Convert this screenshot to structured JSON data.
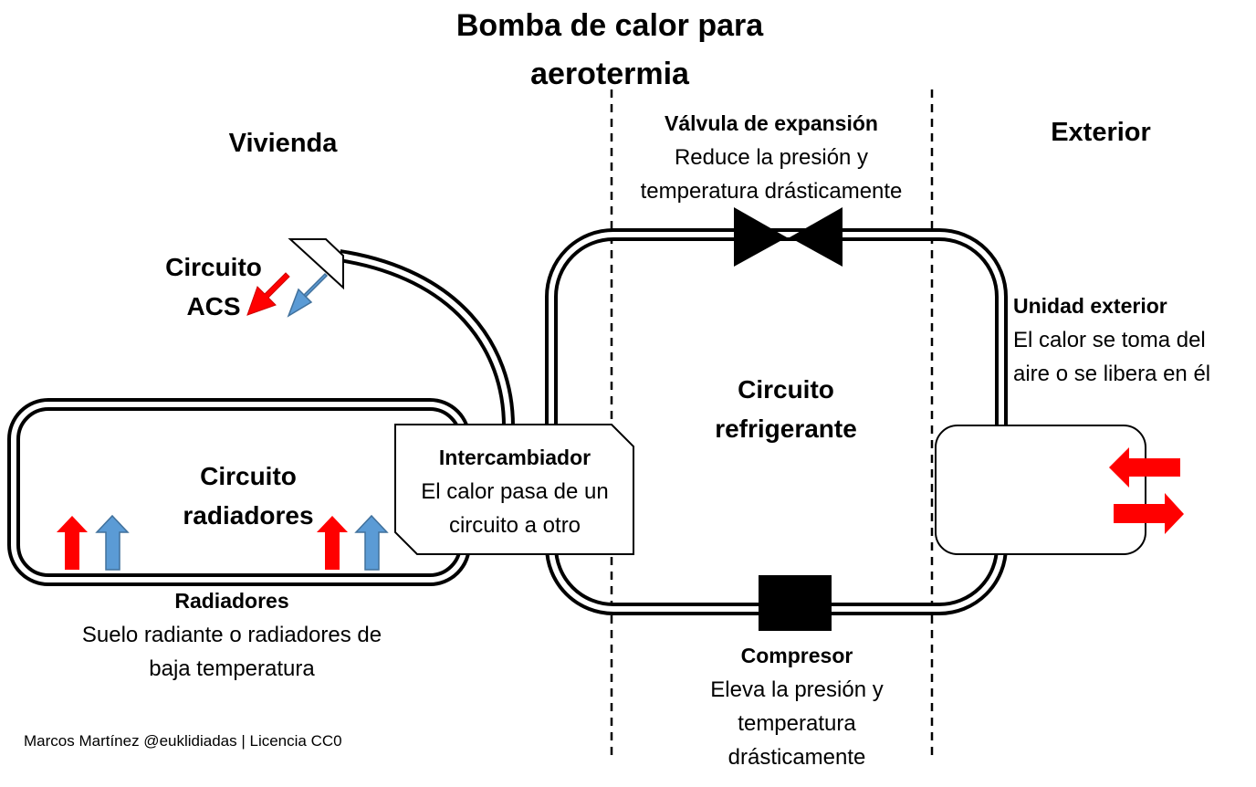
{
  "title_line1": "Bomba de calor para",
  "title_line2": "aerotermia",
  "regions": {
    "vivienda": "Vivienda",
    "exterior": "Exterior"
  },
  "valvula": {
    "head": "Válvula de expansión",
    "desc1": "Reduce la presión y",
    "desc2": "temperatura drásticamente"
  },
  "acs": {
    "line1": "Circuito",
    "line2": "ACS"
  },
  "unidad": {
    "head": "Unidad exterior",
    "desc1": "El calor se toma del",
    "desc2": "aire o se libera en él"
  },
  "refrigerante": {
    "line1": "Circuito",
    "line2": "refrigerante"
  },
  "radiadores_circ": {
    "line1": "Circuito",
    "line2": "radiadores"
  },
  "intercambiador": {
    "head": "Intercambiador",
    "desc1": "El calor pasa de un",
    "desc2": "circuito a otro"
  },
  "radiadores": {
    "head": "Radiadores",
    "desc1": "Suelo radiante o radiadores de",
    "desc2": "baja temperatura"
  },
  "compresor": {
    "head": "Compresor",
    "desc1": "Eleva la presión y",
    "desc2": "temperatura",
    "desc3": "drásticamente"
  },
  "credit": "Marcos Martínez @euklidiadas | Licencia CC0",
  "colors": {
    "hot": "#ff0000",
    "cold": "#5b9bd5",
    "line": "#000000"
  }
}
